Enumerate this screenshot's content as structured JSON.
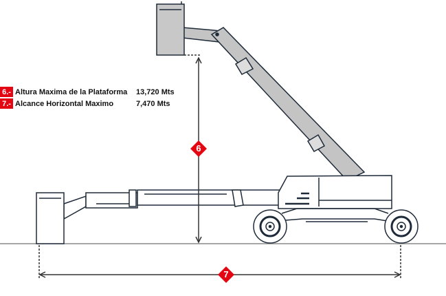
{
  "legend": [
    {
      "number": "6.-",
      "label": "Altura Maxima de la Plataforma",
      "value": "13,720 Mts"
    },
    {
      "number": "7.-",
      "label": "Alcance Horizontal Maximo",
      "value": "7,470 Mts"
    }
  ],
  "dimensions": {
    "height_marker": "6",
    "reach_marker": "7"
  },
  "colors": {
    "accent": "#e30613",
    "line": "#1e2a38",
    "boom": "#c4c4c4"
  }
}
